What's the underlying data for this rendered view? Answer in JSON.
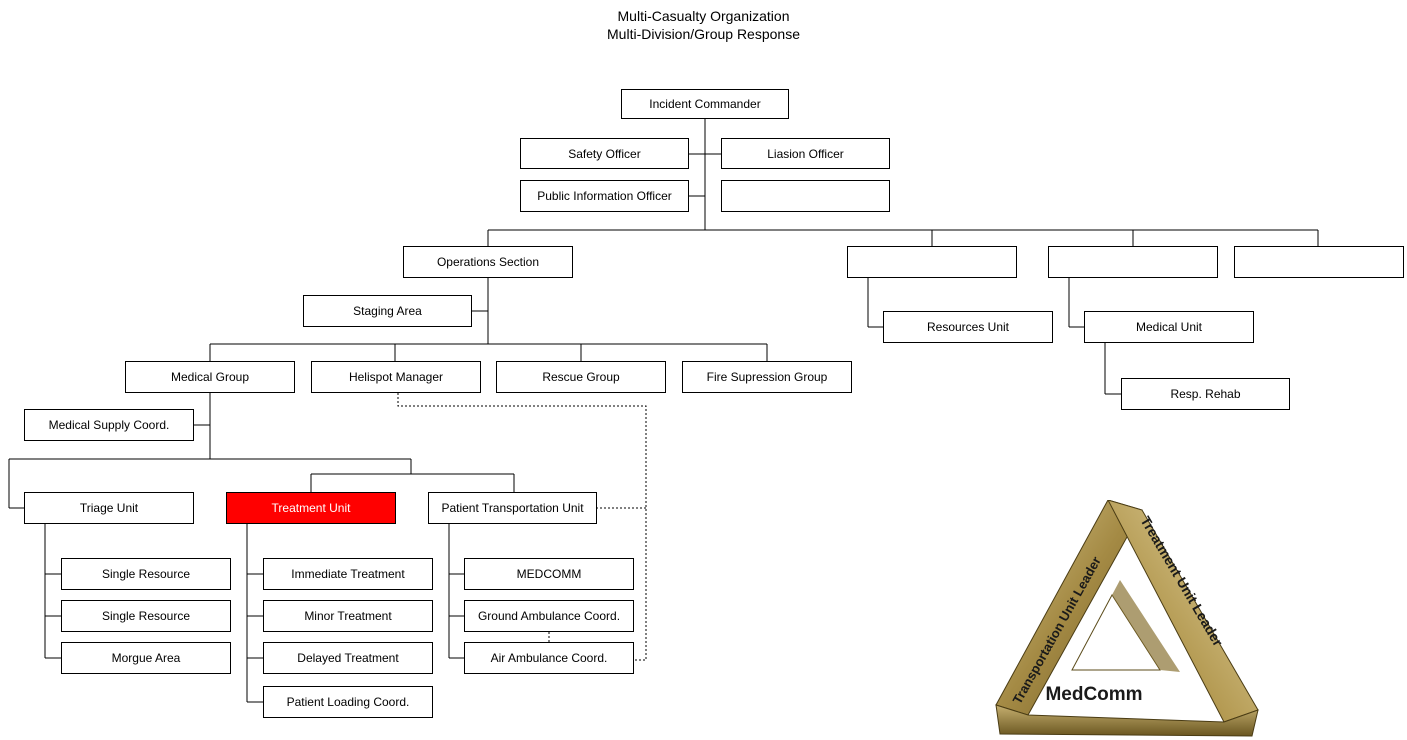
{
  "title": {
    "line1": "Multi-Casualty Organization",
    "line2": "Multi-Division/Group Response"
  },
  "nodes": {
    "incident_commander": "Incident Commander",
    "safety_officer": "Safety Officer",
    "liaison_officer": "Liasion Officer",
    "public_information_officer": "Public Information Officer",
    "blank_staff": "",
    "operations_section": "Operations Section",
    "blank_section_1": "",
    "blank_section_2": "",
    "blank_section_3": "",
    "resources_unit": "Resources Unit",
    "medical_unit": "Medical Unit",
    "resp_rehab": "Resp. Rehab",
    "staging_area": "Staging Area",
    "medical_group": "Medical Group",
    "helispot_manager": "Helispot Manager",
    "rescue_group": "Rescue Group",
    "fire_suppression_group": "Fire Supression Group",
    "medical_supply_coord": "Medical Supply Coord.",
    "triage_unit": "Triage Unit",
    "treatment_unit": "Treatment Unit",
    "patient_transportation_unit": "Patient Transportation Unit",
    "single_resource_1": "Single Resource",
    "single_resource_2": "Single Resource",
    "morgue_area": "Morgue Area",
    "immediate_treatment": "Immediate Treatment",
    "minor_treatment": "Minor Treatment",
    "delayed_treatment": "Delayed Treatment",
    "patient_loading_coord": "Patient Loading Coord.",
    "medcomm": "MEDCOMM",
    "ground_ambulance_coord": "Ground Ambulance Coord.",
    "air_ambulance_coord": "Air Ambulance Coord."
  },
  "logo": {
    "left_text": "Transportation Unit Leader",
    "right_text": "Treatment Unit Leader",
    "bottom_text": "MedComm"
  },
  "colors": {
    "highlight": "#ff0000",
    "line": "#000000",
    "logo_gold": "#b49a52"
  }
}
